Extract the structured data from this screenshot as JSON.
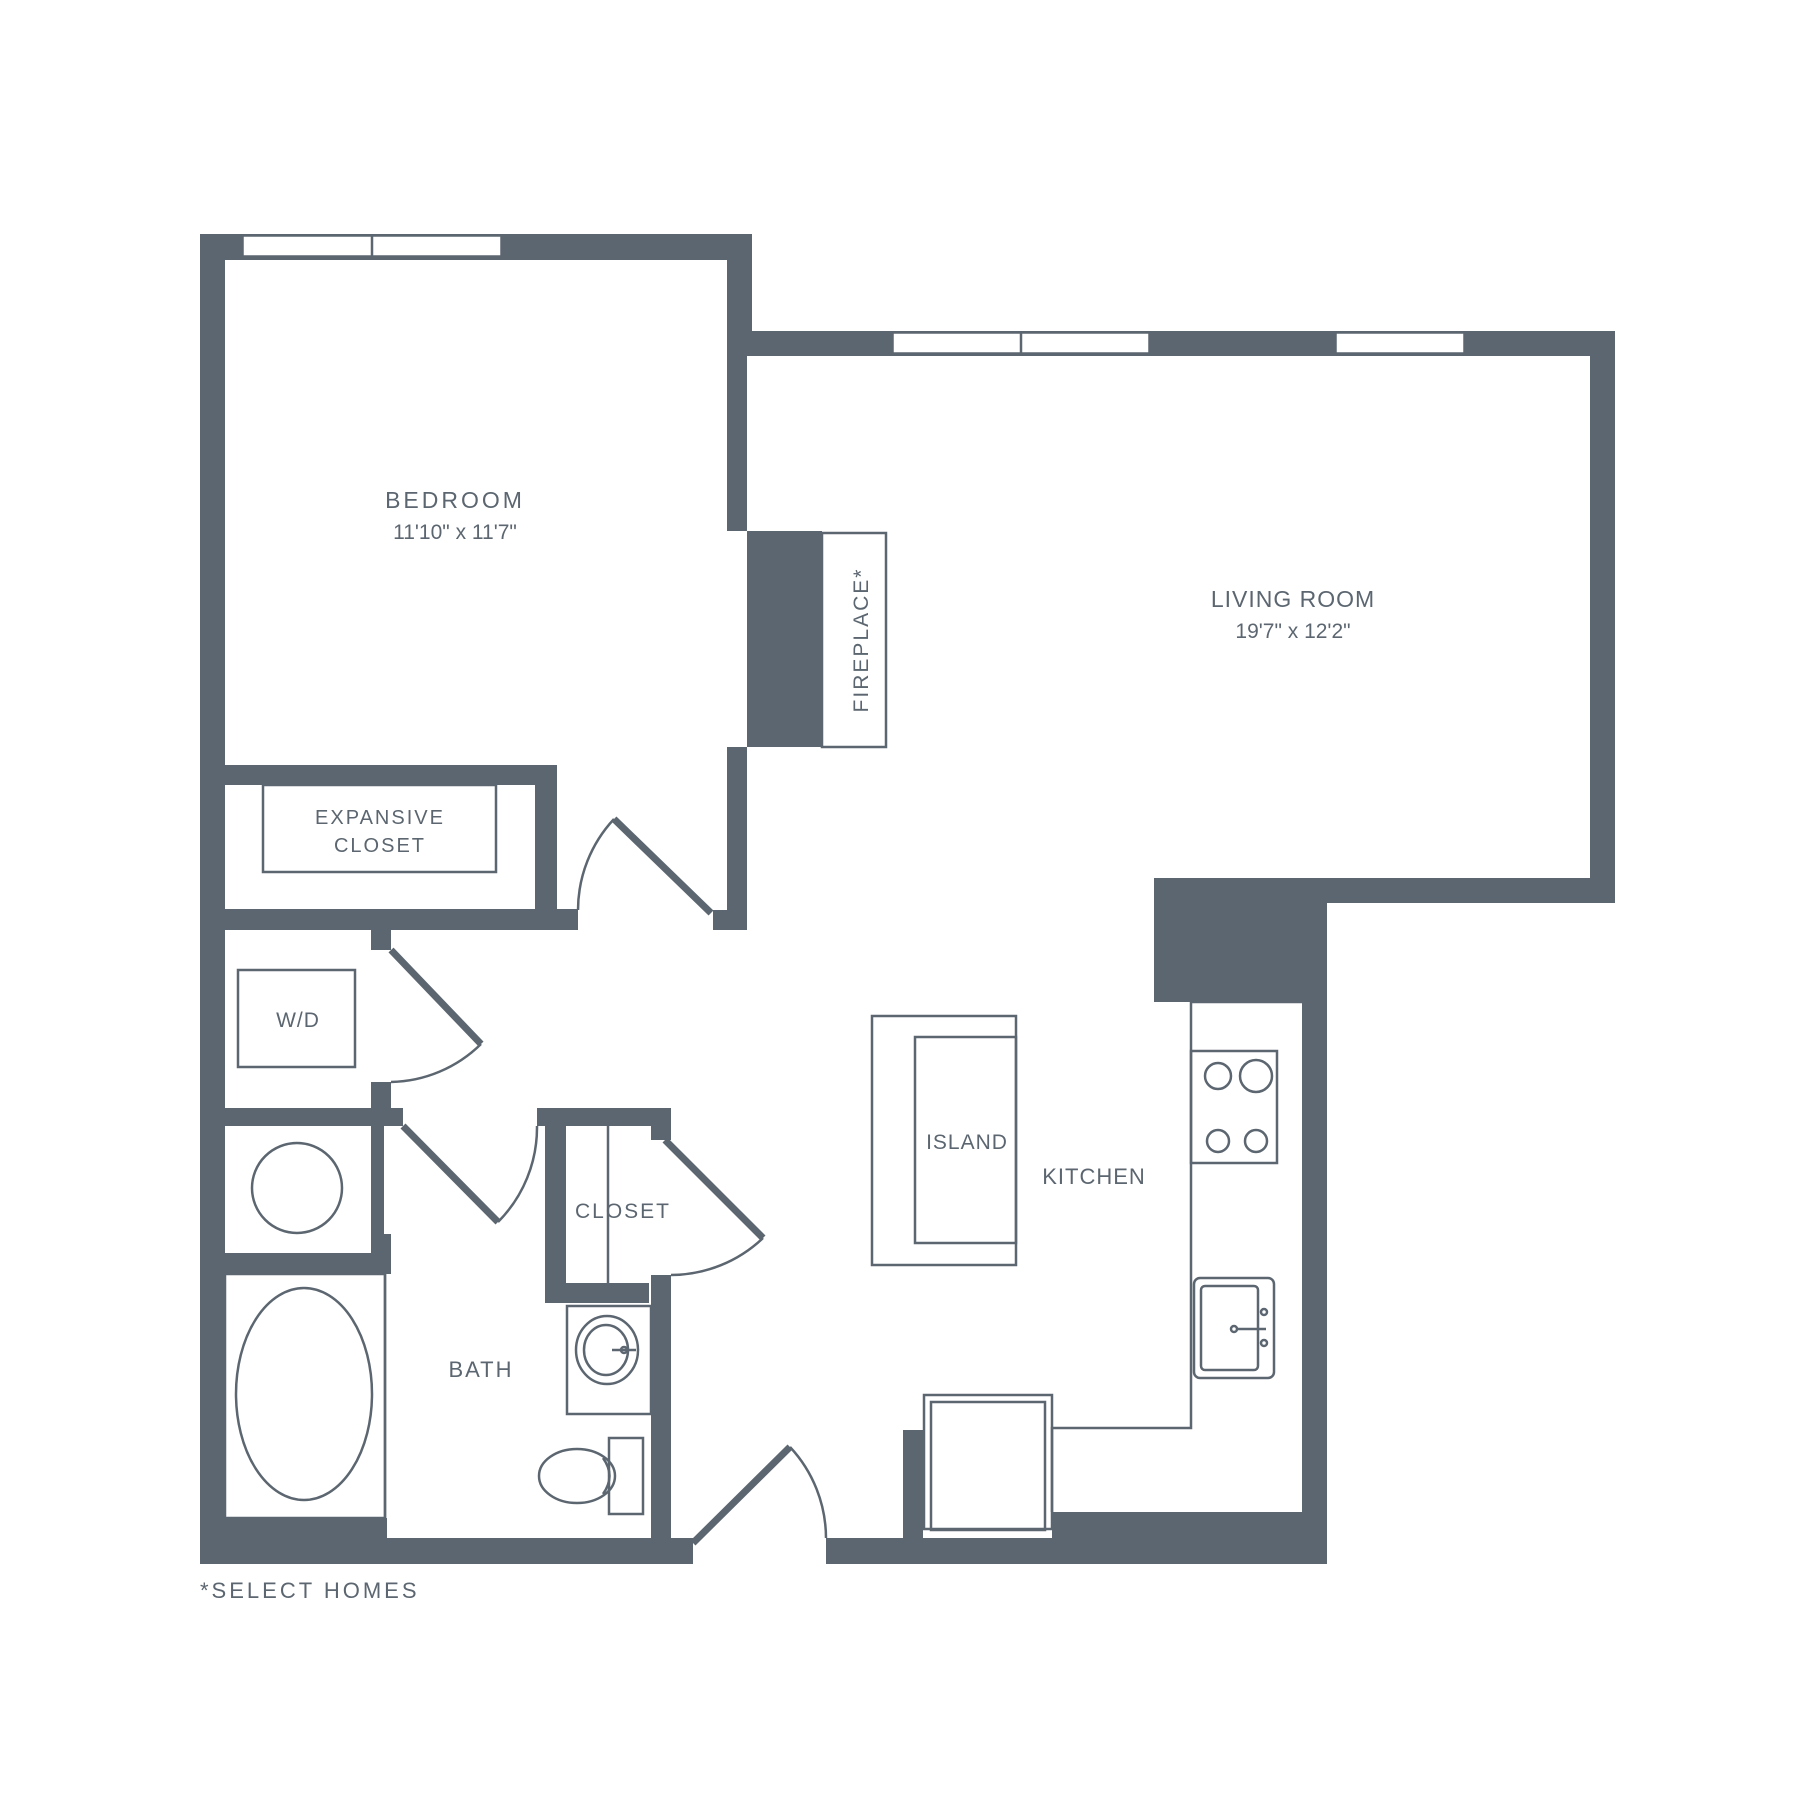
{
  "rooms": {
    "bedroom": {
      "name": "BEDROOM",
      "size": "11'10\" x 11'7\""
    },
    "living_room": {
      "name": "LIVING ROOM",
      "size": "19'7\" x 12'2\""
    },
    "fireplace": "FIREPLACE*",
    "expansive_closet": {
      "line1": "EXPANSIVE",
      "line2": "CLOSET"
    },
    "wd": "W/D",
    "closet": "CLOSET",
    "island": "ISLAND",
    "kitchen": "KITCHEN",
    "bath": "BATH"
  },
  "footnote": "*SELECT HOMES",
  "colors": {
    "wall": "#5c6670",
    "background": "#ffffff"
  }
}
